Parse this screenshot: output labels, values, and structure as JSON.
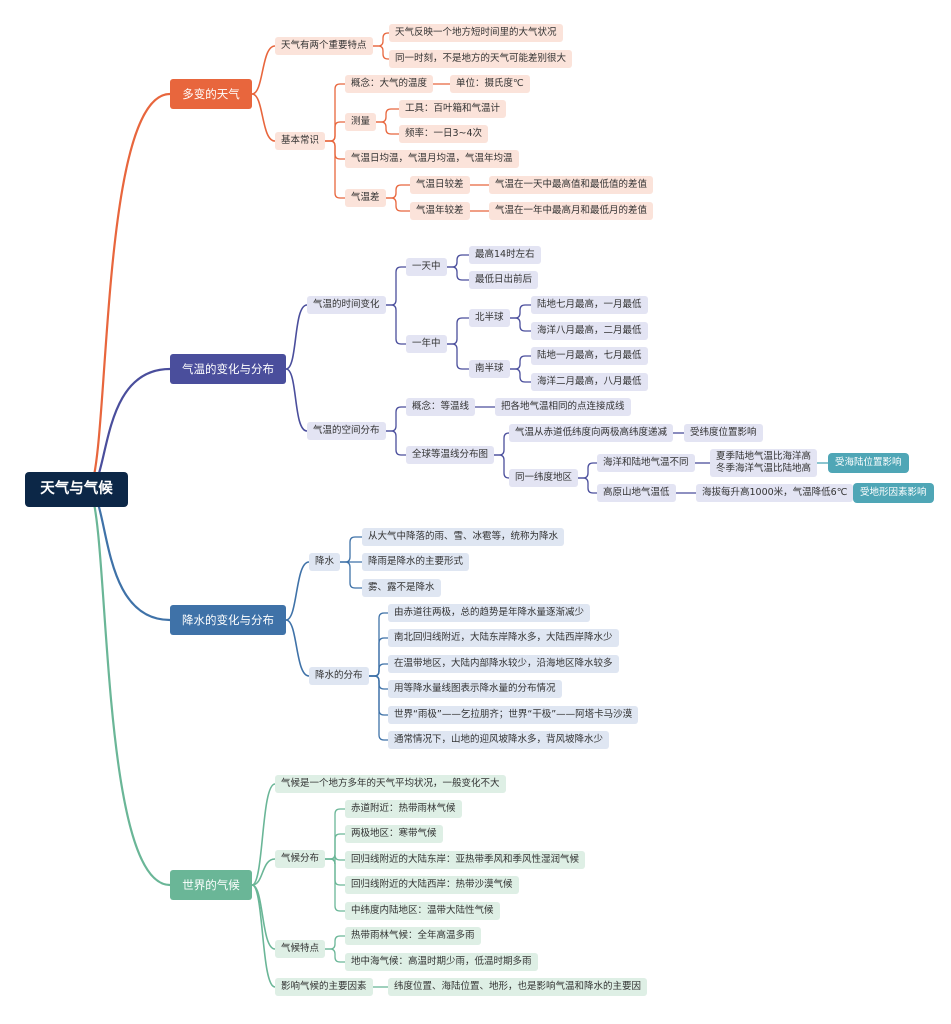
{
  "title": "天气与气候",
  "branches": [
    {
      "label": "多变的天气",
      "color": "#e8663d",
      "nodes": [
        "天气有两个重要特点",
        "天气反映一个地方短时间里的大气状况",
        "同一时刻，不是地方的天气可能差别很大",
        "基本常识",
        "概念：大气的温度",
        "单位：摄氏度℃",
        "测量",
        "工具：百叶箱和气温计",
        "频率：一日3~4次",
        "气温日均温，气温月均温，气温年均温",
        "气温差",
        "气温日较差",
        "气温在一天中最高值和最低值的差值",
        "气温年较差",
        "气温在一年中最高月和最低月的差值"
      ]
    },
    {
      "label": "气温的变化与分布",
      "color": "#4a4e9c",
      "nodes": [
        "气温的时间变化",
        "一天中",
        "最高14时左右",
        "最低日出前后",
        "一年中",
        "北半球",
        "陆地七月最高，一月最低",
        "海洋八月最高，二月最低",
        "南半球",
        "陆地一月最高，七月最低",
        "海洋二月最高，八月最低",
        "气温的空间分布",
        "概念：等温线",
        "把各地气温相同的点连接成线",
        "全球等温线分布图",
        "气温从赤道低纬度向两极高纬度递减",
        "受纬度位置影响",
        "同一纬度地区",
        "海洋和陆地气温不同",
        "夏季陆地气温比海洋高",
        "冬季海洋气温比陆地高",
        "高原山地气温低",
        "海拔每升高1000米，气温降低6℃"
      ],
      "tags": [
        "受海陆位置影响",
        "受地形因素影响"
      ]
    },
    {
      "label": "降水的变化与分布",
      "color": "#3f72a8",
      "nodes": [
        "降水",
        "从大气中降落的雨、雪、冰雹等，统称为降水",
        "降雨是降水的主要形式",
        "雾、露不是降水",
        "降水的分布",
        "由赤道往两极，总的趋势是年降水量逐渐减少",
        "南北回归线附近，大陆东岸降水多，大陆西岸降水少",
        "在温带地区，大陆内部降水较少，沿海地区降水较多",
        "用等降水量线图表示降水量的分布情况",
        "世界“雨极”——乞拉朋齐；世界“干极”——阿塔卡马沙漠",
        "通常情况下，山地的迎风坡降水多，背风坡降水少"
      ]
    },
    {
      "label": "世界的气候",
      "color": "#6ab697",
      "nodes": [
        "气候是一个地方多年的天气平均状况，一般变化不大",
        "气候分布",
        "赤道附近：热带雨林气候",
        "两极地区：寒带气候",
        "回归线附近的大陆东岸：亚热带季风和季风性湿润气候",
        "回归线附近的大陆西岸：热带沙漠气候",
        "中纬度内陆地区：温带大陆性气候",
        "气候特点",
        "热带雨林气候：全年高温多雨",
        "地中海气候：高温时期少雨，低温时期多雨",
        "影响气候的主要因素",
        "纬度位置、海陆位置、地形，也是影响气温和降水的主要因"
      ]
    }
  ]
}
